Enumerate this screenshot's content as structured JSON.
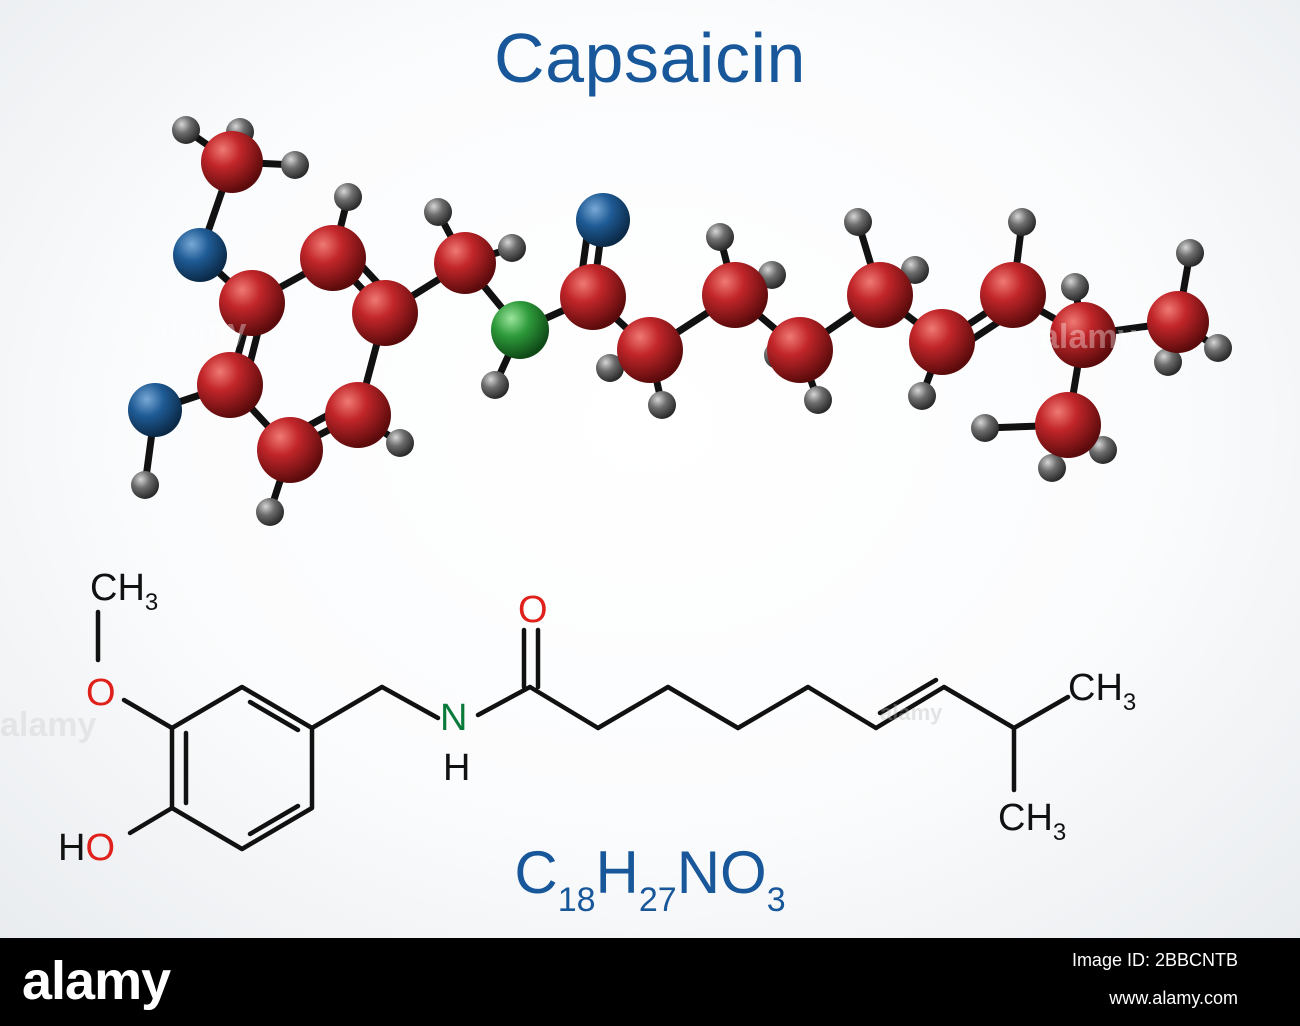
{
  "title": "Capsaicin",
  "formula": {
    "parts": [
      {
        "text": "C",
        "sub": "18"
      },
      {
        "text": "H",
        "sub": "27"
      },
      {
        "text": "NO",
        "sub": "3"
      }
    ]
  },
  "structure_labels": {
    "methyl_top": {
      "main": "CH",
      "sub": "3"
    },
    "ether_oxygen": "O",
    "hydroxyl": {
      "h": "H",
      "o": "O"
    },
    "amide_n": "N",
    "amide_h": "H",
    "carbonyl_o": "O",
    "methyl_right": {
      "main": "CH",
      "sub": "3"
    },
    "methyl_bottom": {
      "main": "CH",
      "sub": "3"
    }
  },
  "footer": {
    "brand": "alamy",
    "image_id": "Image ID: 2BBCNTB",
    "site": "www.alamy.com"
  },
  "colors": {
    "title": "#17579a",
    "carbon": "#b11a1a",
    "oxygen": "#1d5f98",
    "nitrogen": "#2f9a3a",
    "hydrogen": "#5a5a5a",
    "oxygen_label": "#e0201b",
    "nitrogen_label": "#0a7a3a"
  },
  "watermark": "alamy"
}
